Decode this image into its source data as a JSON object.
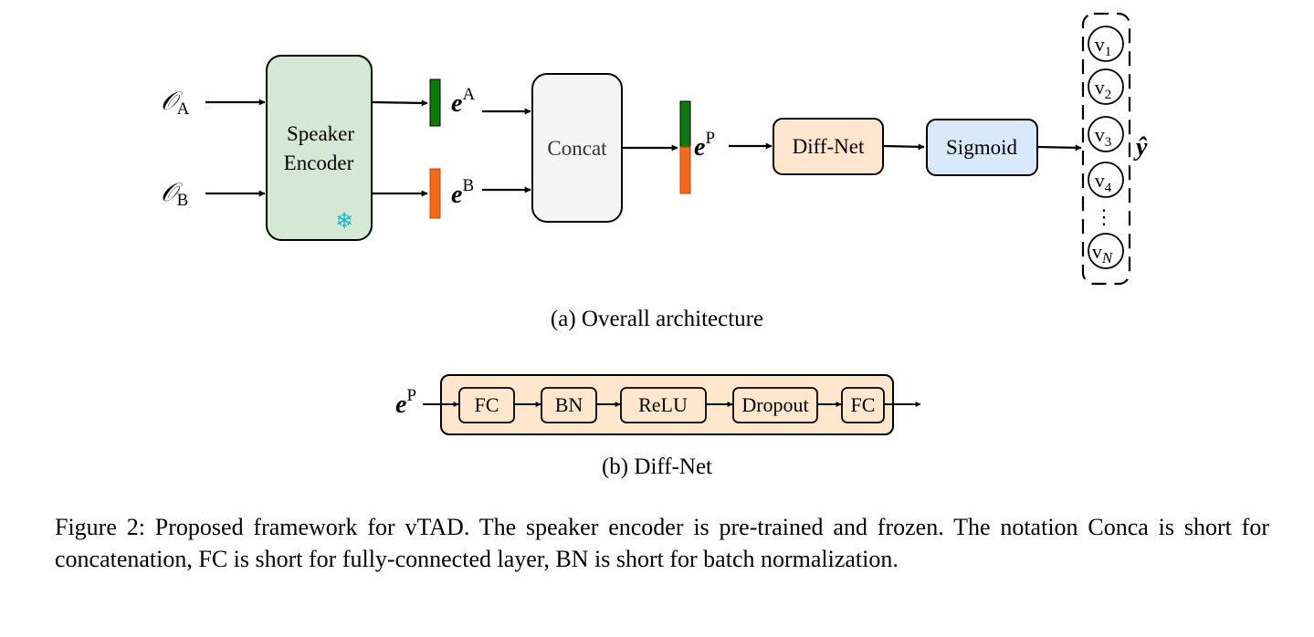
{
  "architecture": {
    "input_a": {
      "symbol": "𝒪",
      "sub": "A"
    },
    "input_b": {
      "symbol": "𝒪",
      "sub": "B"
    },
    "speaker_encoder": {
      "line1": "Speaker",
      "line2": "Encoder",
      "frozen_glyph": "❄"
    },
    "embed_a": {
      "symbol": "e",
      "sup": "A"
    },
    "embed_b": {
      "symbol": "e",
      "sup": "B"
    },
    "concat": "Concat",
    "embed_p": {
      "symbol": "e",
      "sup": "P"
    },
    "diff_net": "Diff-Net",
    "sigmoid": "Sigmoid",
    "outputs": [
      "1",
      "2",
      "3",
      "4"
    ],
    "output_last": "N",
    "output_prefix": "v",
    "vdots": "⋮",
    "y_hat": "ŷ",
    "subcaption": "(a) Overall architecture"
  },
  "diffnet": {
    "input": {
      "symbol": "e",
      "sup": "P"
    },
    "layers": [
      "FC",
      "BN",
      "ReLU",
      "Dropout",
      "FC"
    ],
    "subcaption": "(b) Diff-Net"
  },
  "caption": "Figure 2: Proposed framework for vTAD. The speaker encoder is pre-trained and frozen. The notation Conca is short for concatenation, FC is short for fully-connected layer, BN is short for batch normalization.",
  "colors": {
    "encoder_fill": "#d5e8d4",
    "concat_fill": "#f5f5f5",
    "diffnet_fill": "#ffe6cc",
    "sigmoid_fill": "#dae8fc",
    "green_bar": "#0e7a0e",
    "orange_bar": "#f26b1d"
  }
}
